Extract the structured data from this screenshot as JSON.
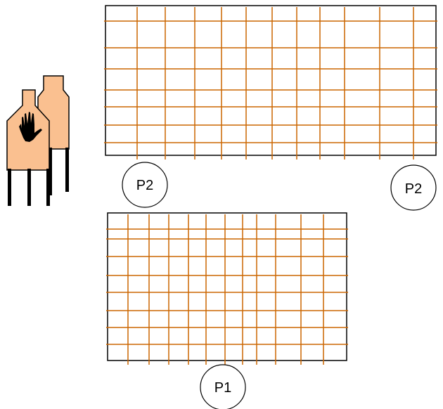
{
  "diagram": {
    "colors": {
      "fence_line": "#CC6600",
      "fence_border": "#000000",
      "target_fill": "#FAC090",
      "target_stroke": "#000000",
      "hand": "#000000",
      "marker_stroke": "#000000",
      "marker_fill": "#FFFFFF"
    },
    "targets": [
      {
        "name": "rear-target",
        "icon": "target-silhouette-icon"
      },
      {
        "name": "front-target",
        "icon": "target-silhouette-icon",
        "overlay_icon": "no-shoot-hand-icon"
      }
    ],
    "barriers": [
      {
        "name": "upper-wire-barrier"
      },
      {
        "name": "lower-wire-barrier"
      }
    ],
    "positions": [
      {
        "label": "P2"
      },
      {
        "label": "P2"
      },
      {
        "label": "P1"
      }
    ]
  }
}
